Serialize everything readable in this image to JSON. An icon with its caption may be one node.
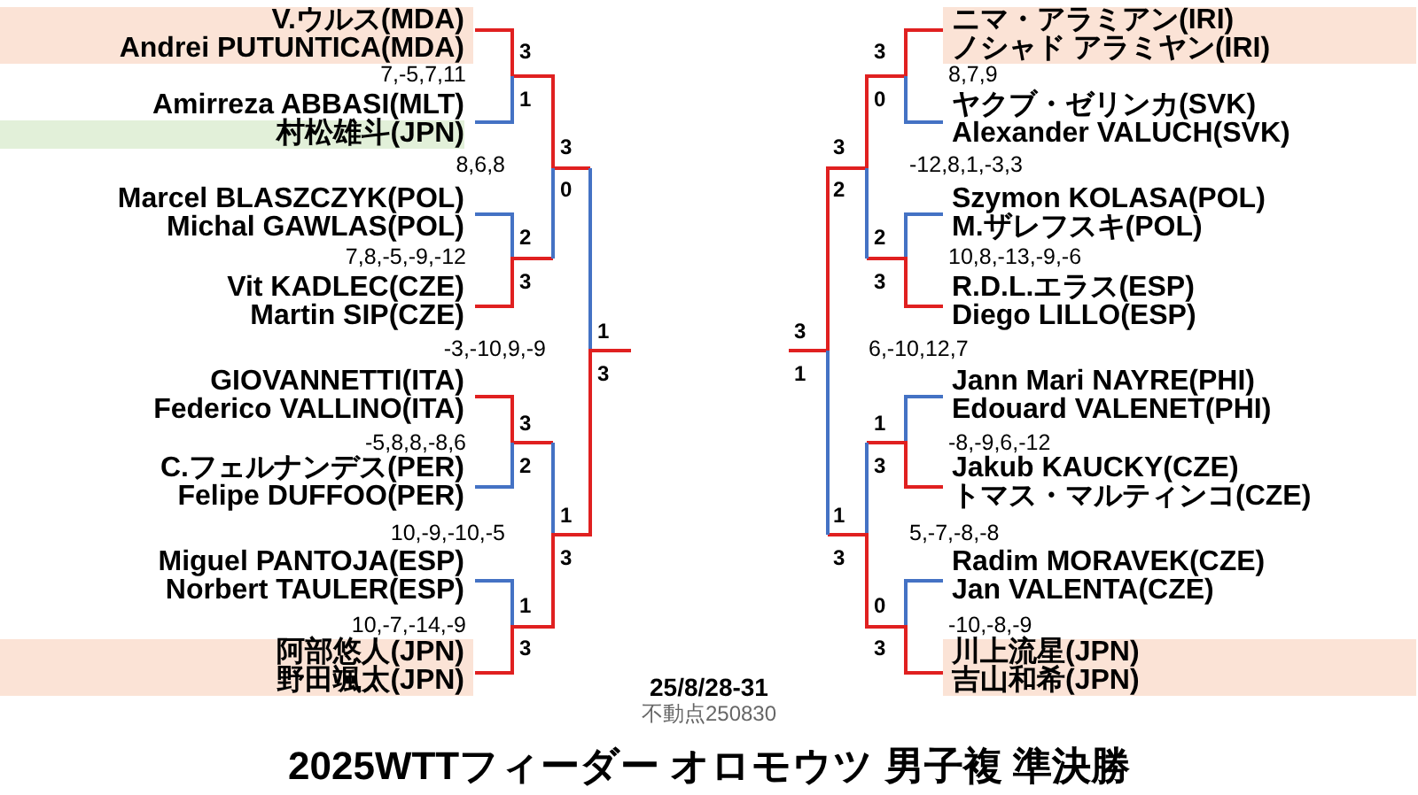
{
  "diagram": {
    "title": "2025WTTフィーダー オロモウツ 男子複 準決勝",
    "nodes": [
      {
        "text": [
          "V.ウルス(MDA)",
          "Andrei PUTUNTICA(MDA)"
        ]
      },
      {
        "text": [
          "Amirreza ABBASI(MLT)",
          "村松雄斗(JPN)"
        ]
      },
      {
        "text": [
          "Marcel BLASZCZYK(POL)",
          "Michal GAWLAS(POL)"
        ]
      },
      {
        "text": [
          "Vit KADLEC(CZE)",
          "Martin SIP(CZE)"
        ]
      },
      {
        "text": [
          "GIOVANNETTI(ITA)",
          "Federico VALLINO(ITA)"
        ]
      },
      {
        "text": [
          "C.フェルナンデス(PER)",
          "Felipe DUFFOO(PER)"
        ]
      },
      {
        "text": [
          "Miguel PANTOJA(ESP)",
          "Norbert TAULER(ESP)"
        ]
      },
      {
        "text": [
          "阿部悠人(JPN)",
          "野田颯太(JPN)"
        ]
      },
      {
        "text": [
          "ニマ・アラミアン(IRI)",
          "ノシャド アラミヤン(IRI)"
        ]
      },
      {
        "text": [
          "ヤクブ・ゼリンカ(SVK)",
          "Alexander VALUCH(SVK)"
        ]
      },
      {
        "text": [
          "Szymon KOLASA(POL)",
          "M.ザレフスキ(POL)"
        ]
      },
      {
        "text": [
          "R.D.L.エラス(ESP)",
          "Diego LILLO(ESP)"
        ]
      },
      {
        "text": [
          "Jann Mari NAYRE(PHI)",
          "Edouard VALENET(PHI)"
        ]
      },
      {
        "text": [
          "Jakub KAUCKY(CZE)",
          "トマス・マルティンコ(CZE)"
        ]
      },
      {
        "text": [
          "Radim MORAVEK(CZE)",
          "Jan VALENTA(CZE)"
        ]
      },
      {
        "text": [
          "川上流星(JPN)",
          "吉山和希(JPN)"
        ]
      }
    ],
    "labels": [
      "3",
      "7,-5,7,11",
      "1",
      "3",
      "8,6,8",
      "0",
      "2",
      "7,8,-5,-9,-12",
      "3",
      "1",
      "-3,-10,9,-9",
      "3",
      "3",
      "-5,8,8,-8,6",
      "2",
      "1",
      "10,-9,-10,-5",
      "3",
      "1",
      "10,-7,-14,-9",
      "3",
      "3",
      "8,7,9",
      "0",
      "3",
      "-12,8,1,-3,3",
      "2",
      "2",
      "10,8,-13,-9,-6",
      "3",
      "3",
      "6,-10,12,7",
      "1",
      "1",
      "-8,-9,6,-12",
      "3",
      "1",
      "5,-7,-8,-8",
      "3",
      "0",
      "-10,-8,-9",
      "3",
      "25/8/28-31",
      "不動点250830"
    ]
  }
}
